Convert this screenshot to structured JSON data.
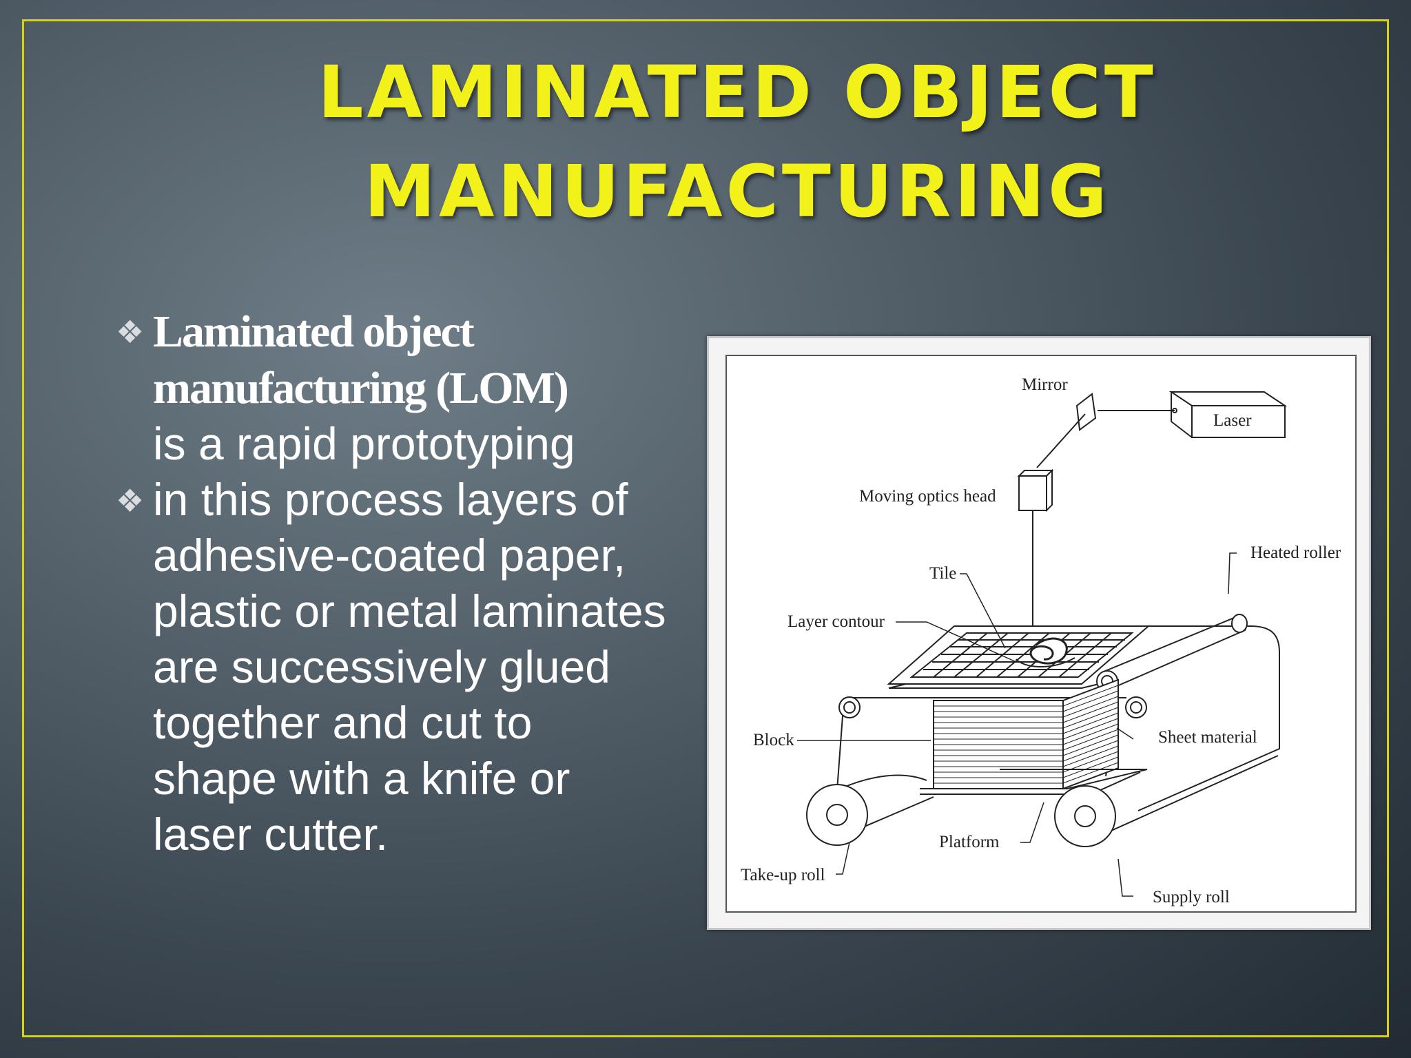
{
  "slide": {
    "title_line1": "LAMINATED OBJECT",
    "title_line2": "MANUFACTURING",
    "bullet_marker": "❖",
    "bullet1": {
      "term": "Laminated object manufacturing",
      "abbr_open": " (",
      "abbr": "LOM",
      "abbr_close": ")",
      "rest": "is a rapid prototyping"
    },
    "bullet2": "in this process layers of adhesive-coated paper, plastic or metal laminates are successively glued together and cut to shape with a knife or laser cutter."
  },
  "diagram": {
    "labels": {
      "mirror": "Mirror",
      "laser": "Laser",
      "moving_optics_head": "Moving optics head",
      "heated_roller": "Heated roller",
      "tile": "Tile",
      "layer_contour": "Layer contour",
      "block": "Block",
      "sheet_material": "Sheet material",
      "platform": "Platform",
      "take_up_roll": "Take-up roll",
      "supply_roll": "Supply roll"
    }
  },
  "colors": {
    "title": "#f2f21a",
    "frame": "#d4d21e",
    "text": "#ffffff"
  }
}
